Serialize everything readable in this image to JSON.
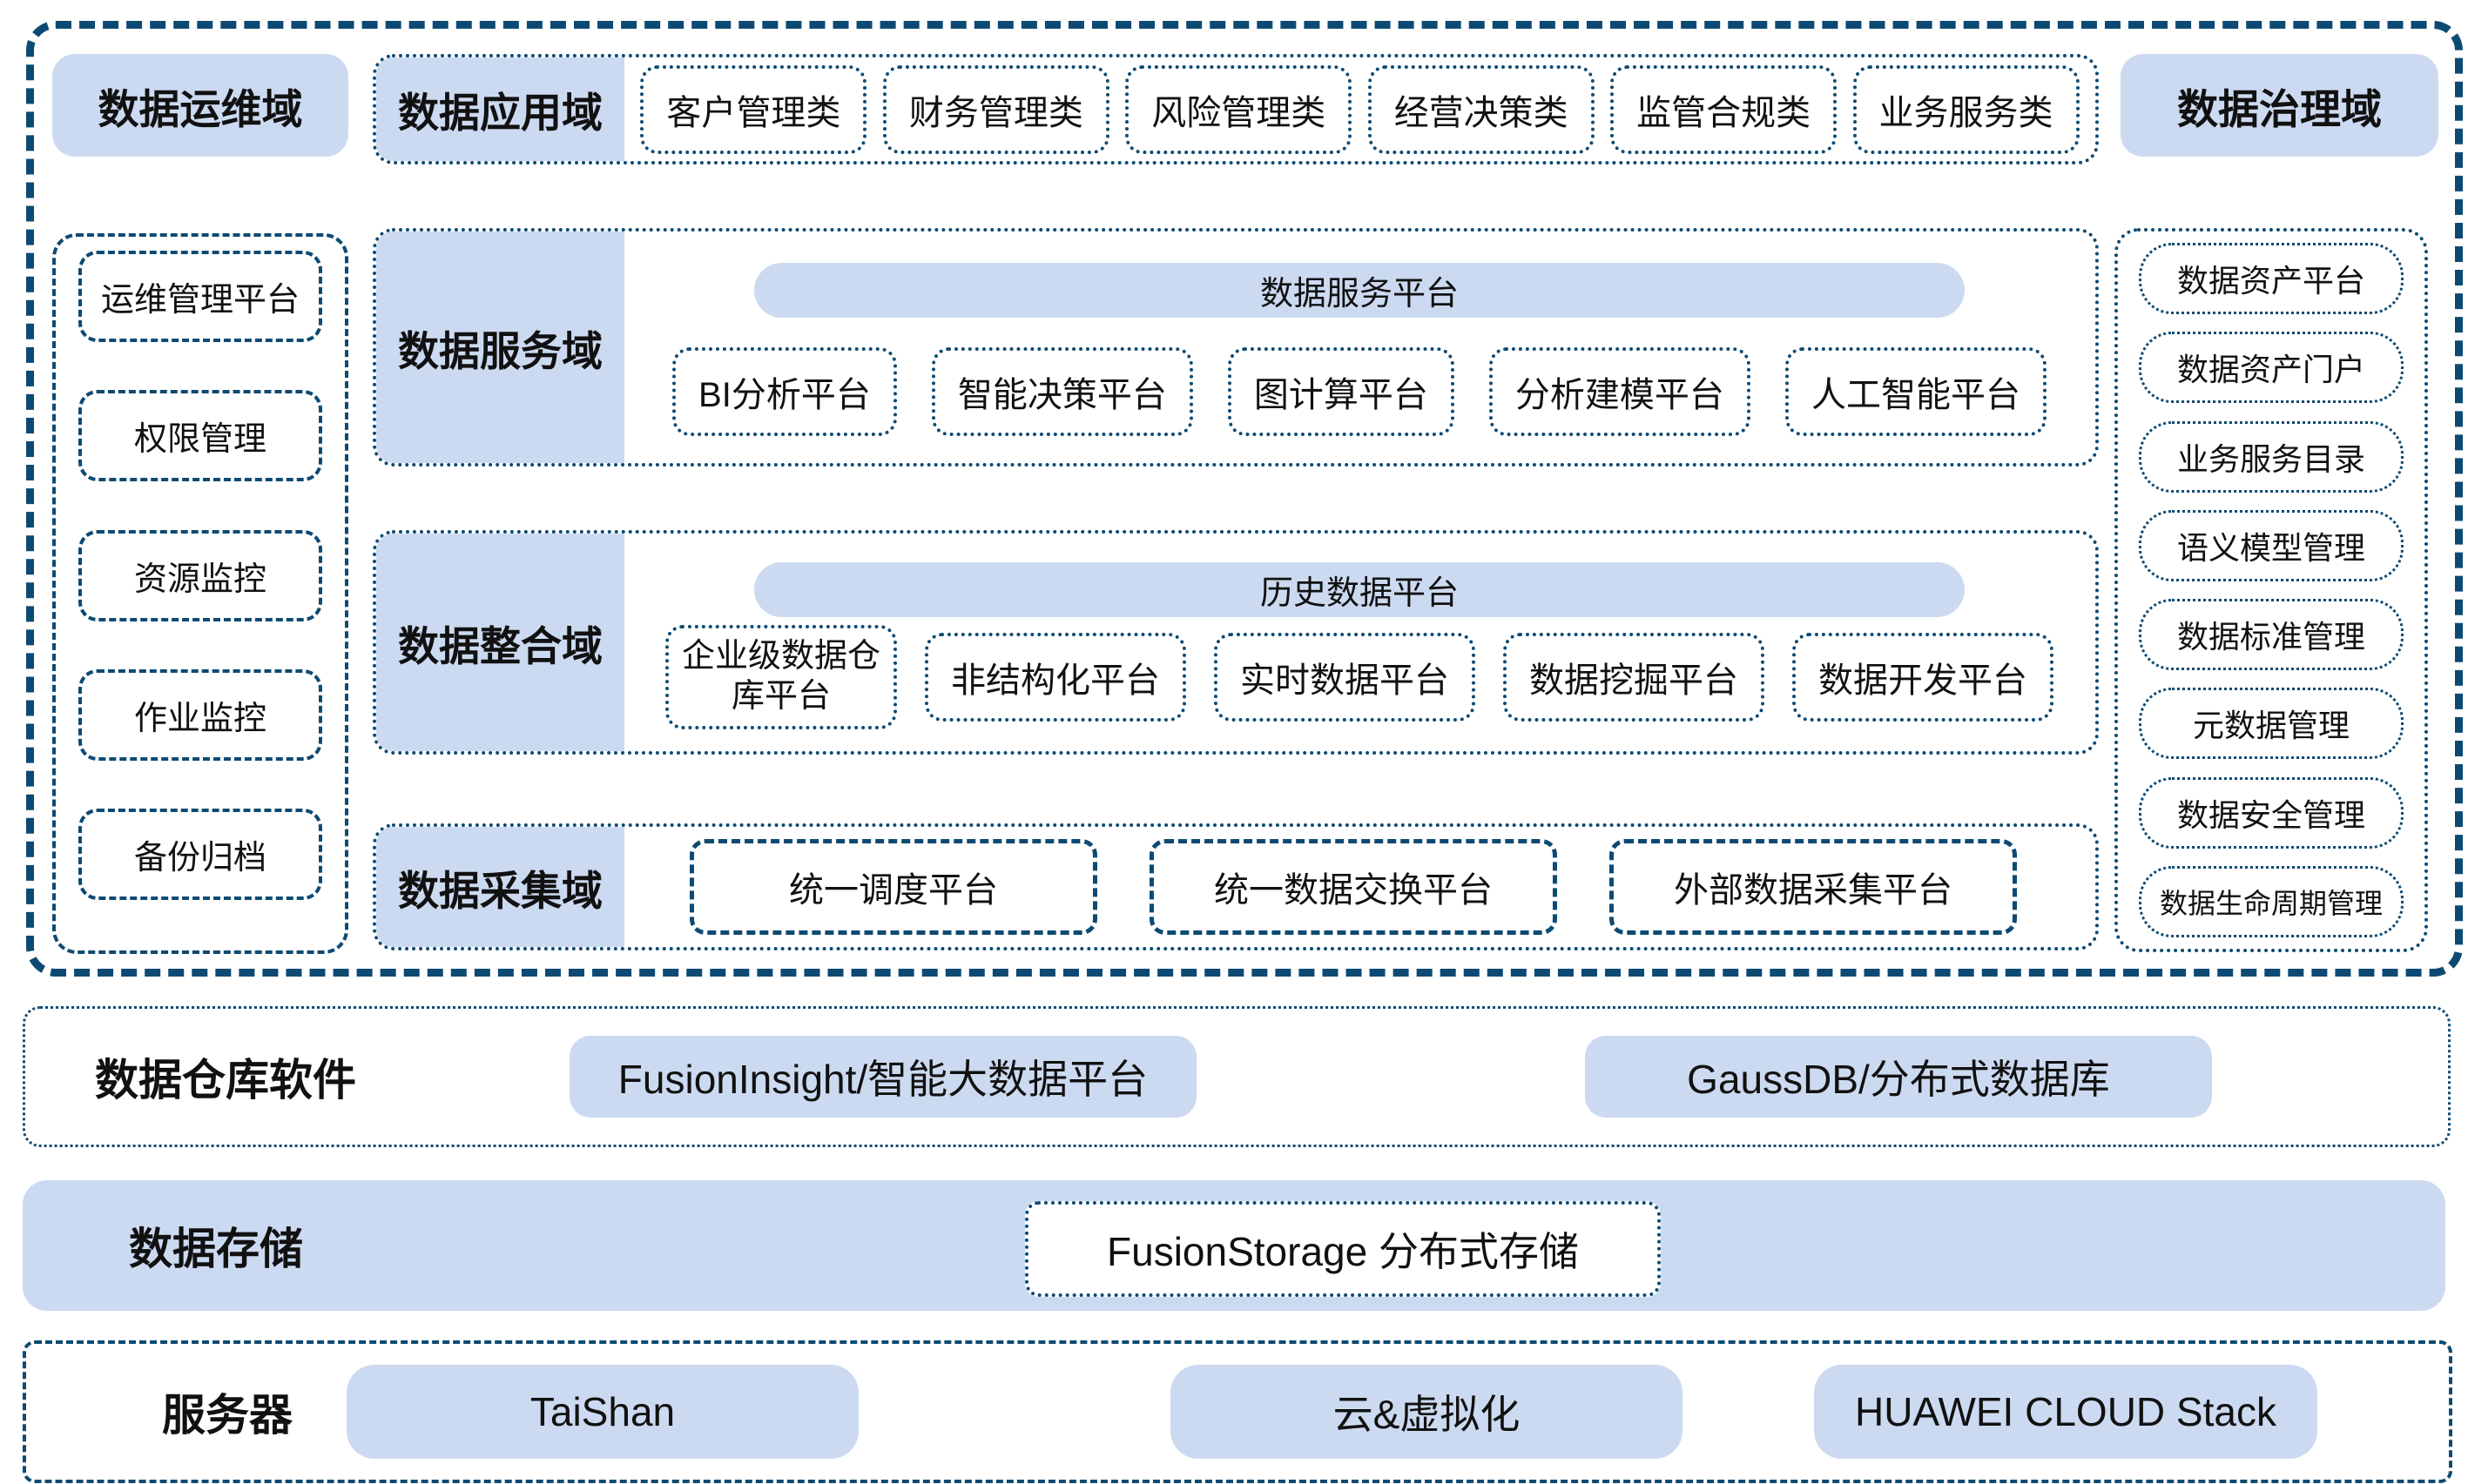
{
  "colors": {
    "fill_blue": "#ccdaf1",
    "border_navy": "#0d4a73",
    "text_dark": "#111111"
  },
  "top_row": {
    "ops_domain": "数据运维域",
    "app_domain": {
      "label": "数据应用域",
      "chips": [
        "客户管理类",
        "财务管理类",
        "风险管理类",
        "经营决策类",
        "监管合规类",
        "业务服务类"
      ]
    },
    "gov_domain": "数据治理域"
  },
  "left_sidebar": {
    "items": [
      "运维管理平台",
      "权限管理",
      "资源监控",
      "作业监控",
      "备份归档"
    ]
  },
  "right_sidebar": {
    "items": [
      "数据资产平台",
      "数据资产门户",
      "业务服务目录",
      "语义模型管理",
      "数据标准管理",
      "元数据管理",
      "数据安全管理",
      "数据生命周期管理"
    ]
  },
  "service_domain": {
    "label": "数据服务域",
    "platform_bar": "数据服务平台",
    "chips": [
      "BI分析平台",
      "智能决策平台",
      "图计算平台",
      "分析建模平台",
      "人工智能平台"
    ]
  },
  "integration_domain": {
    "label": "数据整合域",
    "platform_bar": "历史数据平台",
    "chips": [
      "企业级数据仓库平台",
      "非结构化平台",
      "实时数据平台",
      "数据挖掘平台",
      "数据开发平台"
    ]
  },
  "collection_domain": {
    "label": "数据采集域",
    "chips": [
      "统一调度平台",
      "统一数据交换平台",
      "外部数据采集平台"
    ]
  },
  "warehouse_row": {
    "label": "数据仓库软件",
    "blocks": [
      "FusionInsight/智能大数据平台",
      "GaussDB/分布式数据库"
    ]
  },
  "storage_row": {
    "label": "数据存储",
    "block": "FusionStorage 分布式存储"
  },
  "server_row": {
    "label": "服务器",
    "blocks": [
      "TaiShan",
      "云&虚拟化",
      "HUAWEI CLOUD Stack"
    ]
  }
}
